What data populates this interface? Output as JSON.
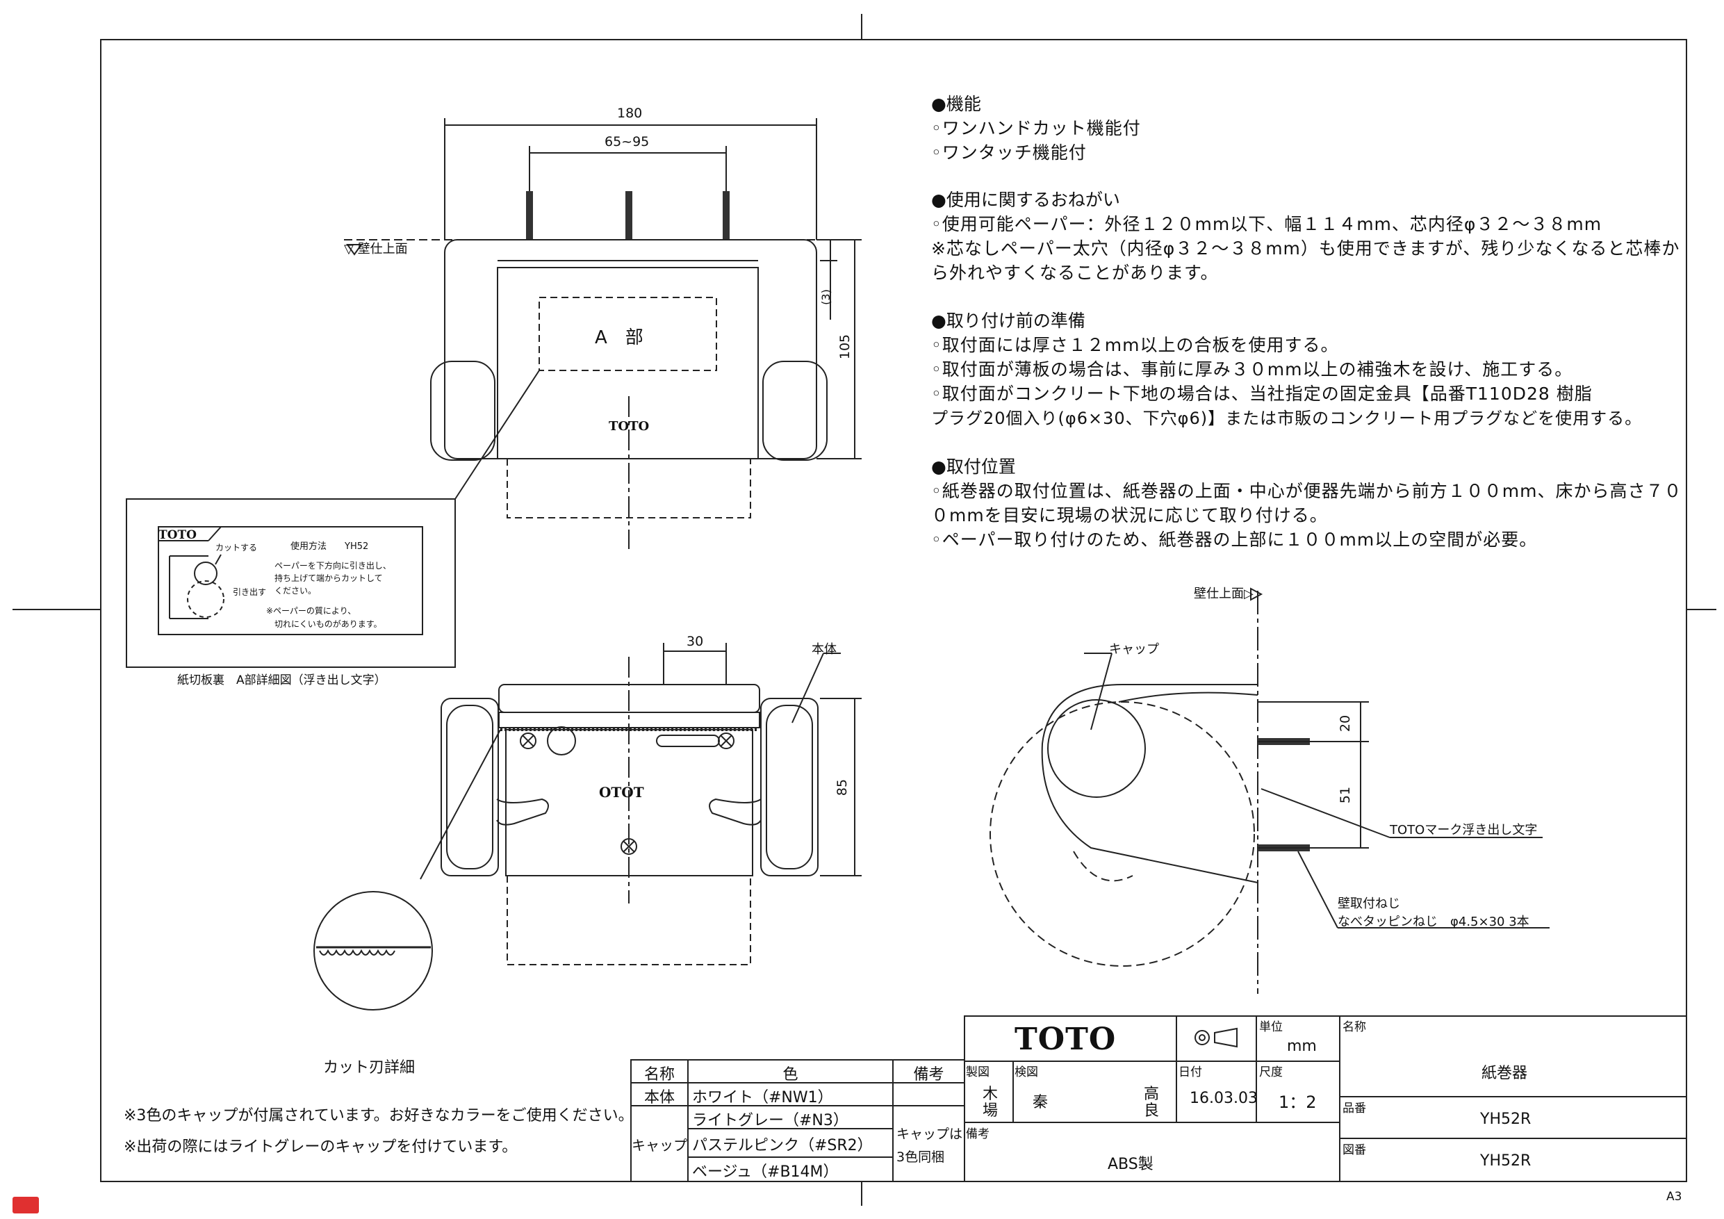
{
  "features": {
    "heading": "●機能",
    "lines": [
      "◦ワンハンドカット機能付",
      "◦ワンタッチ機能付"
    ]
  },
  "usage_request": {
    "heading": "●使用に関するおねがい",
    "lines": [
      "◦使用可能ペーパー：外径１２０mm以下、幅１１４mm、芯内径φ３２～３８mm",
      "※芯なしペーパー太穴（内径φ３２～３８mm）も使用できますが、残り少なくなると芯棒か",
      "ら外れやすくなることがあります。"
    ]
  },
  "preparation": {
    "heading": "●取り付け前の準備",
    "lines": [
      "◦取付面には厚さ１２mm以上の合板を使用する。",
      "◦取付面が薄板の場合は、事前に厚み３０mm以上の補強木を設け、施工する。",
      "◦取付面がコンクリート下地の場合は、当社指定の固定金具【品番T110D28 樹脂",
      "プラグ20個入り(φ6×30、下穴φ6)】または市販のコンクリート用プラグなどを使用する。"
    ]
  },
  "position": {
    "heading": "●取付位置",
    "lines": [
      "◦紙巻器の取付位置は、紙巻器の上面・中心が便器先端から前方１００mm、床から高さ７０",
      "０mmを目安に現場の状況に応じて取り付ける。",
      "◦ペーパー取り付けのため、紙巻器の上部に１００mm以上の空間が必要。"
    ]
  },
  "front_view": {
    "dim_width": "180",
    "dim_pitch": "65~95",
    "dim_height": "105",
    "dim_gap": "(3)",
    "wall_top": "▽ 壁仕上面",
    "part_label": "A　部",
    "logo": "TOTO"
  },
  "detail_a": {
    "logo": "TOTO",
    "cut": "カットする",
    "pull": "引き出す",
    "usage_title": "使用方法　　YH52",
    "text1": "ペーパーを下方向に引き出し、",
    "text2": "持ち上げて端からカットして",
    "text3": "ください。",
    "note1": "※ペーパーの質により、",
    "note2": "切れにくいものがあります。",
    "caption": "紙切板裏　A部詳細図（浮き出し文字）"
  },
  "bottom_view": {
    "dim_30": "30",
    "dim_85": "85",
    "body_label": "本体",
    "mirrored_logo": "OTOT"
  },
  "side_view": {
    "wall_top": "壁仕上面▷",
    "cap_label": "キャップ",
    "dim_20": "20",
    "dim_51": "51",
    "toto_mark": "TOTOマーク浮き出し文字",
    "screw_title": "壁取付ねじ",
    "screw_spec": "なべタッピンねじ　φ4.5×30 3本"
  },
  "cutter_caption": "カット刃詳細",
  "notes": [
    "※3色のキャップが付属されています。お好きなカラーをご使用ください。",
    "※出荷の際にはライトグレーのキャップを付けています。"
  ],
  "color_table": {
    "headers": [
      "名称",
      "色",
      "備考"
    ],
    "body_name": "本体",
    "body_color": "ホワイト（#NW1）",
    "cap_name": "キャップ",
    "cap_colors": [
      "ライトグレー（#N3）",
      "パステルピンク（#SR2）",
      "ベージュ（#B14M）"
    ],
    "cap_remark_1": "キャップは",
    "cap_remark_2": "3色同梱"
  },
  "title_block": {
    "logo": "TOTO",
    "unit_label": "単位",
    "unit_value": "mm",
    "name_label": "名称",
    "name_value": "紙巻器",
    "drawn_label": "製図",
    "drawn_value_1": "木",
    "drawn_value_2": "場",
    "checked_label": "検図",
    "checked_value_1": "秦",
    "checked_value_2": "高",
    "checked_value_3": "良",
    "date_label": "日付",
    "date_value": "16.03.03",
    "scale_label": "尺度",
    "scale_value": "1：2",
    "part_label": "品番",
    "part_value": "YH52R",
    "remark_label": "備考",
    "remark_value": "ABS製",
    "drawing_label": "図番",
    "drawing_value": "YH52R"
  },
  "sheet_size": "A3"
}
